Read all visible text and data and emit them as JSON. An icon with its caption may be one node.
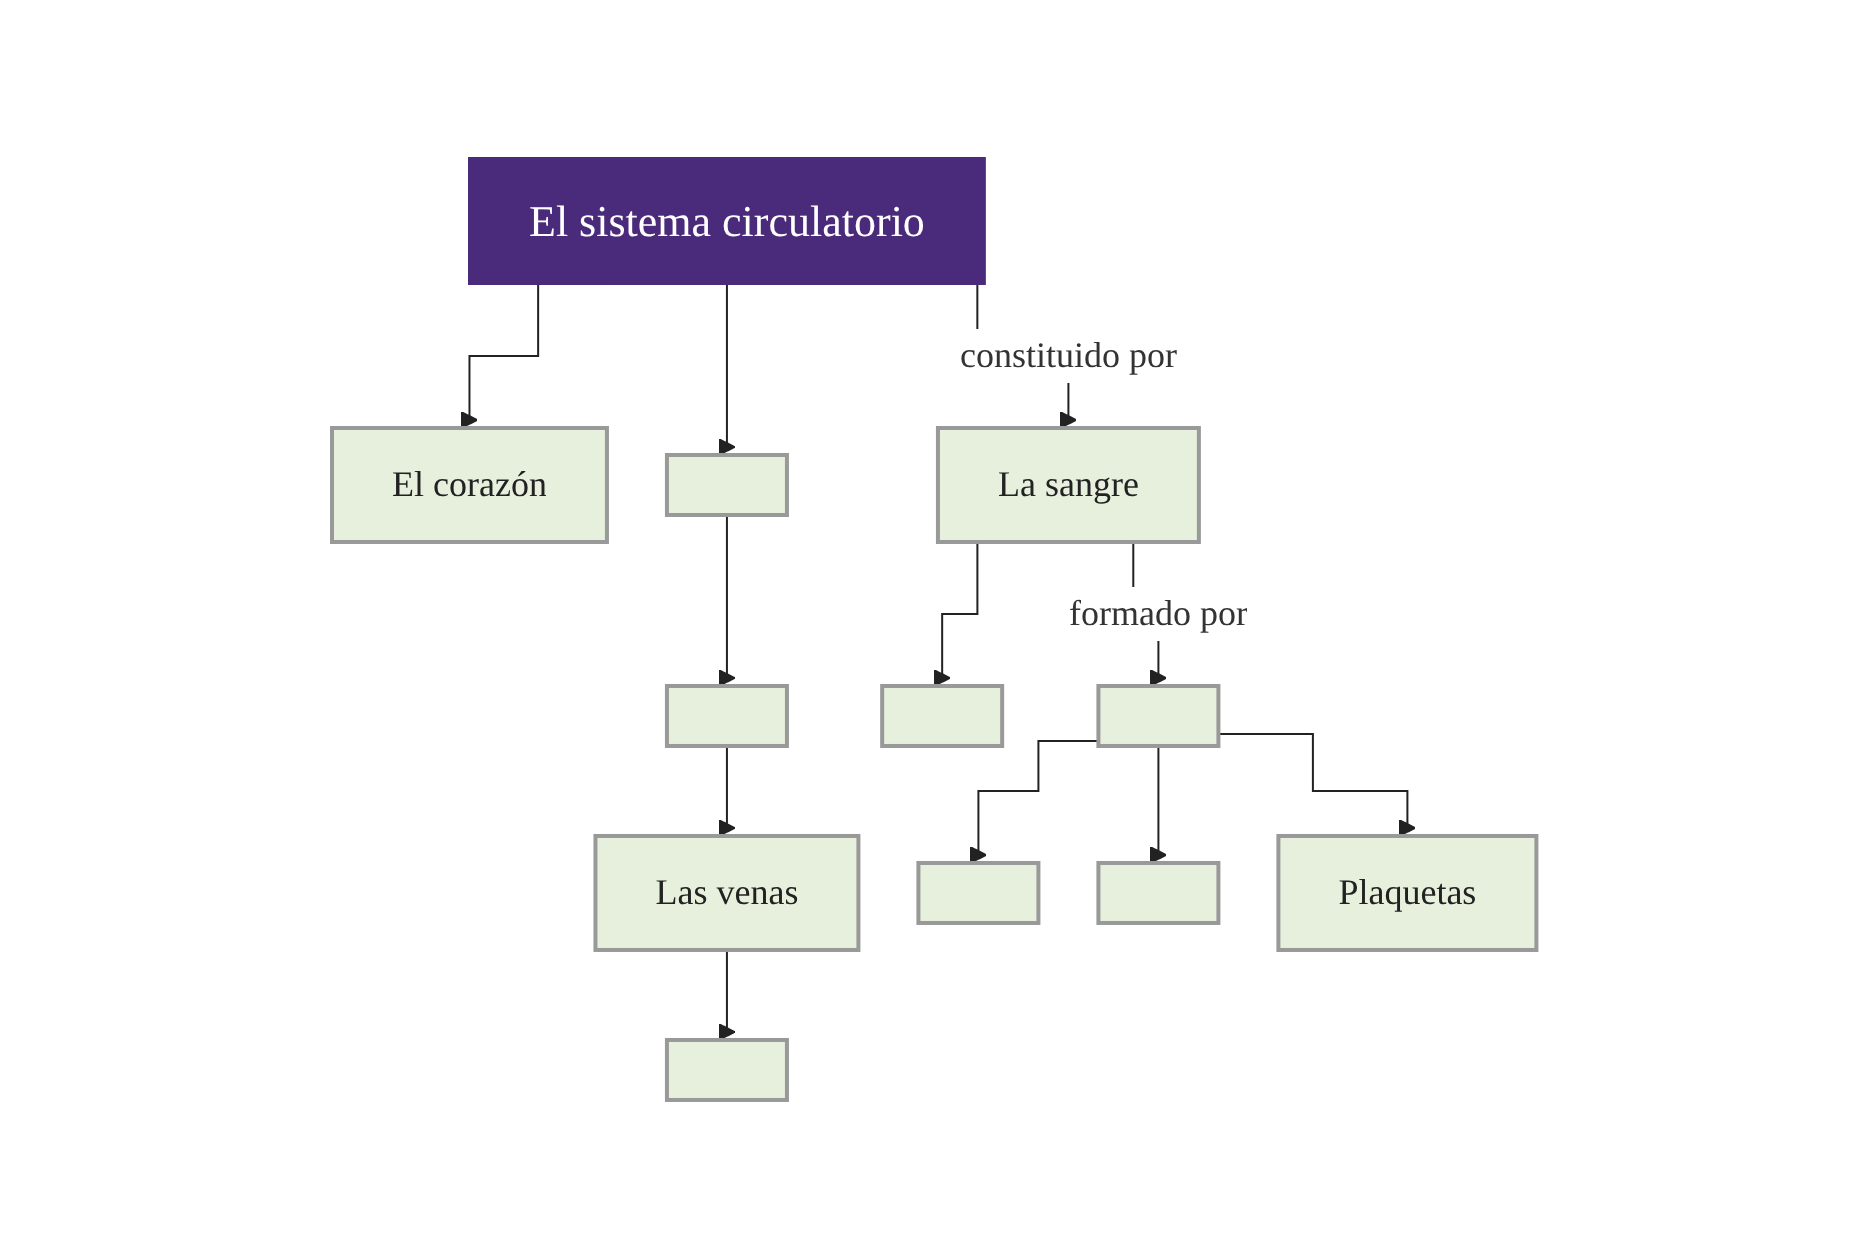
{
  "diagram": {
    "nodes": [
      {
        "text": [
          "El sistema circulatorio"
        ]
      },
      {
        "text": [
          "El corazón"
        ]
      },
      {
        "text": [
          "La sangre"
        ]
      },
      {
        "text": [],
        "shape": "box"
      },
      {
        "text": [],
        "shape": "box"
      },
      {
        "text": [],
        "shape": "box"
      },
      {
        "text": [],
        "shape": "box"
      },
      {
        "text": [
          "Las venas"
        ]
      },
      {
        "text": [],
        "shape": "box"
      },
      {
        "text": [],
        "shape": "box"
      },
      {
        "text": [
          "Plaquetas"
        ]
      },
      {
        "text": [],
        "shape": "box"
      }
    ],
    "edges": [
      {
        "from": 0,
        "to": 1,
        "arrow": "to"
      },
      {
        "from": 0,
        "to": 2,
        "arrow": "to",
        "label": "constituido por"
      },
      {
        "from": 0,
        "to": 3,
        "arrow": "to"
      },
      {
        "from": 2,
        "to": 5,
        "arrow": "to"
      },
      {
        "from": 2,
        "to": 6,
        "arrow": "to",
        "label": "formado por"
      },
      {
        "from": 6,
        "to": 8,
        "arrow": "to"
      },
      {
        "from": 6,
        "to": 9,
        "arrow": "to"
      },
      {
        "from": 6,
        "to": 10,
        "arrow": "to"
      },
      {
        "from": 3,
        "to": 4,
        "arrow": "to"
      },
      {
        "from": 4,
        "to": 7,
        "arrow": "to"
      },
      {
        "from": 7,
        "to": 11,
        "arrow": "to"
      }
    ]
  }
}
